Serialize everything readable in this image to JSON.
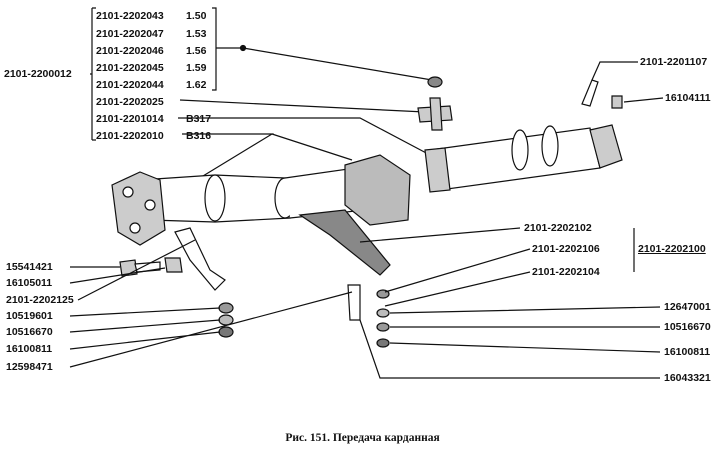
{
  "bracket_group": {
    "code": "2101-2200012",
    "items": [
      {
        "code": "2101-2202043",
        "value": "1.50"
      },
      {
        "code": "2101-2202047",
        "value": "1.53"
      },
      {
        "code": "2101-2202046",
        "value": "1.56"
      },
      {
        "code": "2101-2202045",
        "value": "1.59"
      },
      {
        "code": "2101-2202044",
        "value": "1.62"
      },
      {
        "code": "2101-2202025",
        "value": ""
      },
      {
        "code": "2101-2201014",
        "value": "В317"
      },
      {
        "code": "2101-2202010",
        "value": "В316"
      }
    ]
  },
  "left_labels": [
    "15541421",
    "16105011",
    "2101-2202125",
    "10519601",
    "10516670",
    "16100811",
    "12598471"
  ],
  "right_labels": {
    "top": [
      "2101-2201107",
      "16104111"
    ],
    "support_group": [
      "2101-2202102",
      "2101-2202106",
      "2101-2202104"
    ],
    "support_group_code": "2101-2202100",
    "fasteners": [
      "12647001",
      "10516670",
      "16100811",
      "16043321"
    ]
  },
  "caption": "Рис. 151. Передача карданная"
}
